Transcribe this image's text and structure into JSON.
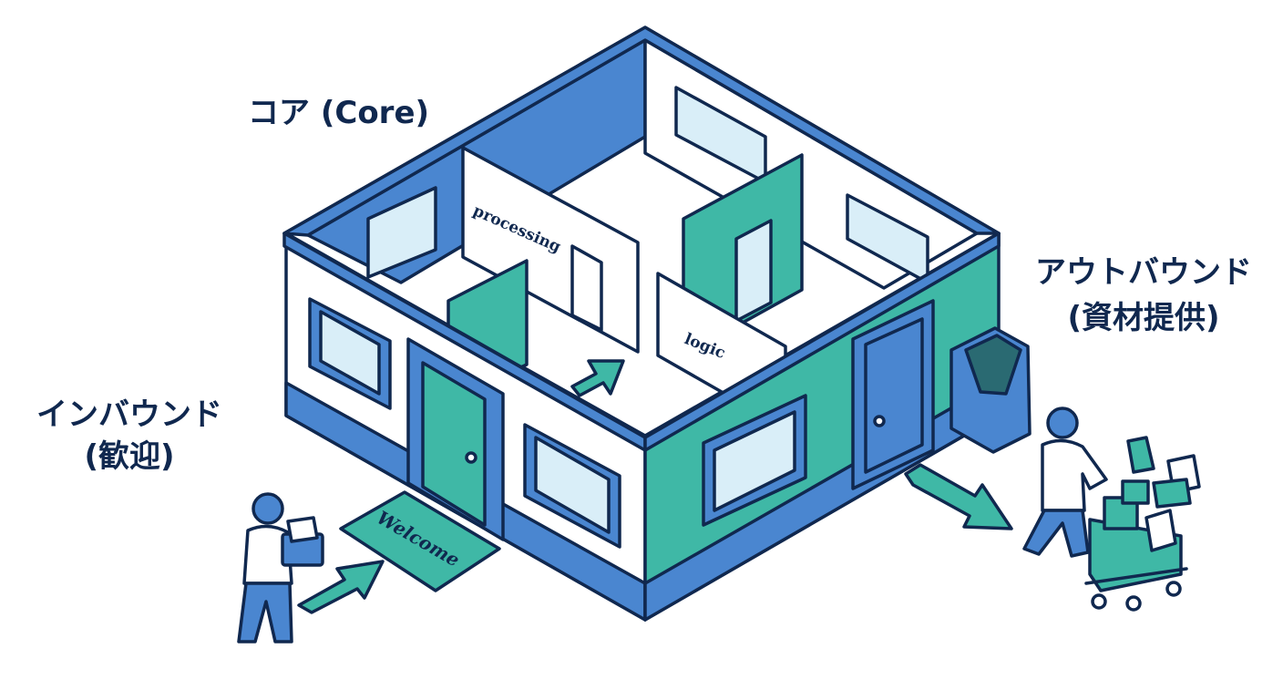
{
  "labels": {
    "core": "コア (Core)",
    "inbound_line1": "インバウンド",
    "inbound_line2": "(歓迎)",
    "outbound_line1": "アウトバウンド",
    "outbound_line2": "(資材提供)"
  },
  "signs": {
    "processing": "processing",
    "logic": "logic",
    "welcome": "Welcome"
  },
  "colors": {
    "outline": "#10284f",
    "blue": "#4a86d0",
    "teal": "#3fb8a6",
    "white_wall": "#ffffff",
    "glass": "#d9eef8"
  }
}
